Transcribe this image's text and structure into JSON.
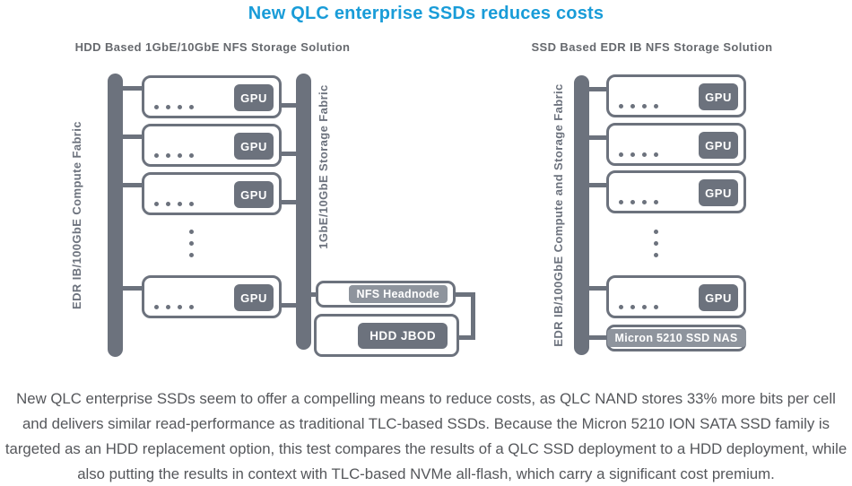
{
  "title": "New QLC enterprise SSDs reduces costs",
  "left": {
    "heading": "HDD Based 1GbE/10GbE NFS Storage Solution",
    "compute_fabric": "EDR IB/100GbE Compute Fabric",
    "storage_fabric": "1GbE/10GbE Storage Fabric",
    "gpu": "GPU",
    "nfs_headnode": "NFS Headnode",
    "hdd_jbod": "HDD JBOD"
  },
  "right": {
    "heading": "SSD Based EDR IB NFS Storage Solution",
    "fabric": "EDR IB/100GbE Compute and Storage Fabric",
    "gpu": "GPU",
    "nas": "Micron 5210 SSD NAS"
  },
  "caption": "New QLC enterprise SSDs seem to offer a compelling means to reduce costs, as QLC NAND stores 33% more bits per cell and delivers similar read-performance as traditional TLC-based SSDs. Because the Micron 5210 ION SATA SSD family is targeted as an HDD replacement option, this test compares the results of a QLC SSD deployment to a HDD deployment, while also putting the results in context with TLC-based NVMe all-flash, which carry a significant cost premium.",
  "colors": {
    "accent_blue": "#199CD8",
    "dark_gray": "#6C727D",
    "light_gray_badge": "#8E949D",
    "heading_gray": "#66696E",
    "body_text": "#55575B"
  }
}
